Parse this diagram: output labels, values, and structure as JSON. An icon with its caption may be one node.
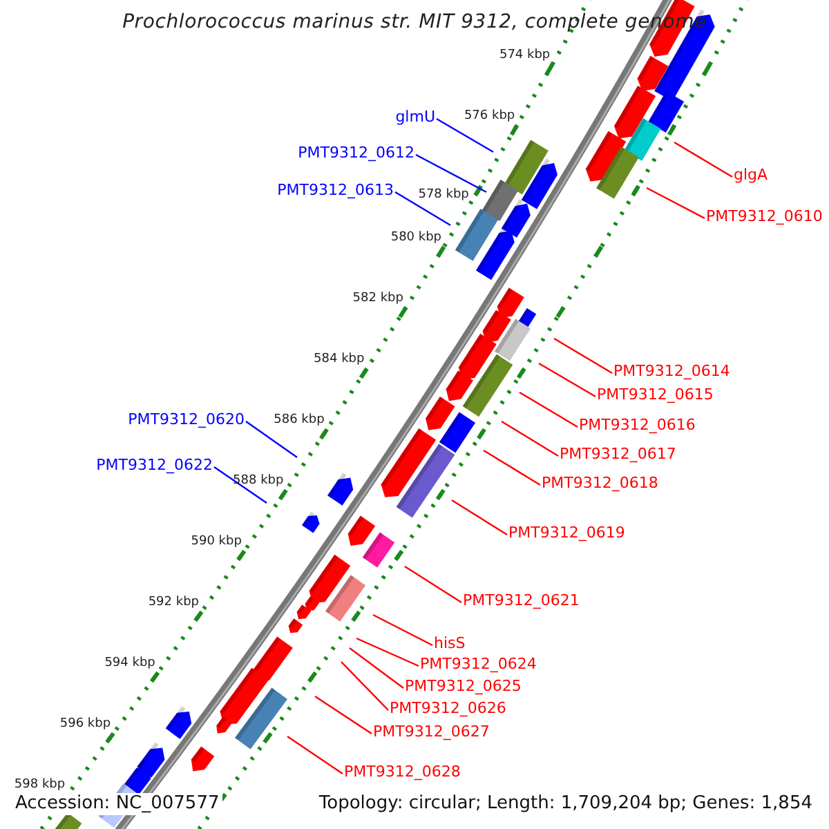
{
  "diagram": {
    "title": "Prochlorococcus marinus str. MIT 9312, complete genome",
    "nodes": [
      {
        "text": [
          "glmU"
        ]
      },
      {
        "text": [
          "PMT9312_0612"
        ]
      },
      {
        "text": [
          "PMT9312_0613"
        ]
      },
      {
        "text": [
          "PMT9312_0620"
        ]
      },
      {
        "text": [
          "PMT9312_0622"
        ]
      },
      {
        "text": [
          "glgA"
        ]
      },
      {
        "text": [
          "PMT9312_0610"
        ]
      },
      {
        "text": [
          "PMT9312_0614"
        ]
      },
      {
        "text": [
          "PMT9312_0615"
        ]
      },
      {
        "text": [
          "PMT9312_0616"
        ]
      },
      {
        "text": [
          "PMT9312_0617"
        ]
      },
      {
        "text": [
          "PMT9312_0618"
        ]
      },
      {
        "text": [
          "PMT9312_0619"
        ]
      },
      {
        "text": [
          "PMT9312_0621"
        ]
      },
      {
        "text": [
          "hisS"
        ]
      },
      {
        "text": [
          "PMT9312_0624"
        ]
      },
      {
        "text": [
          "PMT9312_0625"
        ]
      },
      {
        "text": [
          "PMT9312_0626"
        ]
      },
      {
        "text": [
          "PMT9312_0627"
        ]
      },
      {
        "text": [
          "PMT9312_0628"
        ]
      }
    ],
    "edges": [
      {
        "from": 0,
        "to": null,
        "arrow": "none",
        "color": "#0000ff"
      },
      {
        "from": 1,
        "to": null,
        "arrow": "none",
        "color": "#0000ff"
      },
      {
        "from": 2,
        "to": null,
        "arrow": "none",
        "color": "#0000ff"
      },
      {
        "from": 3,
        "to": null,
        "arrow": "none",
        "color": "#0000ff"
      },
      {
        "from": 4,
        "to": null,
        "arrow": "none",
        "color": "#0000ff"
      },
      {
        "from": 5,
        "to": null,
        "arrow": "none"
      },
      {
        "from": 6,
        "to": null,
        "arrow": "none"
      },
      {
        "from": 7,
        "to": null,
        "arrow": "none"
      },
      {
        "from": 8,
        "to": null,
        "arrow": "none"
      },
      {
        "from": 9,
        "to": null,
        "arrow": "none"
      },
      {
        "from": 10,
        "to": null,
        "arrow": "none"
      },
      {
        "from": 11,
        "to": null,
        "arrow": "none"
      },
      {
        "from": 12,
        "to": null,
        "arrow": "none"
      },
      {
        "from": 13,
        "to": null,
        "arrow": "none"
      },
      {
        "from": 14,
        "to": null,
        "arrow": "none"
      },
      {
        "from": 15,
        "to": null,
        "arrow": "none"
      },
      {
        "from": 16,
        "to": null,
        "arrow": "none"
      },
      {
        "from": 17,
        "to": null,
        "arrow": "none"
      },
      {
        "from": 18,
        "to": null,
        "arrow": "none"
      },
      {
        "from": 19,
        "to": null,
        "arrow": "none"
      }
    ],
    "labels": [
      "574 kbp",
      "576 kbp",
      "578 kbp",
      "580 kbp",
      "582 kbp",
      "584 kbp",
      "586 kbp",
      "588 kbp",
      "590 kbp",
      "592 kbp",
      "594 kbp",
      "596 kbp",
      "598 kbp",
      "Accession: NC_007577",
      "Topology: circular; Length: 1,709,204 bp; Genes: 1,854"
    ]
  }
}
